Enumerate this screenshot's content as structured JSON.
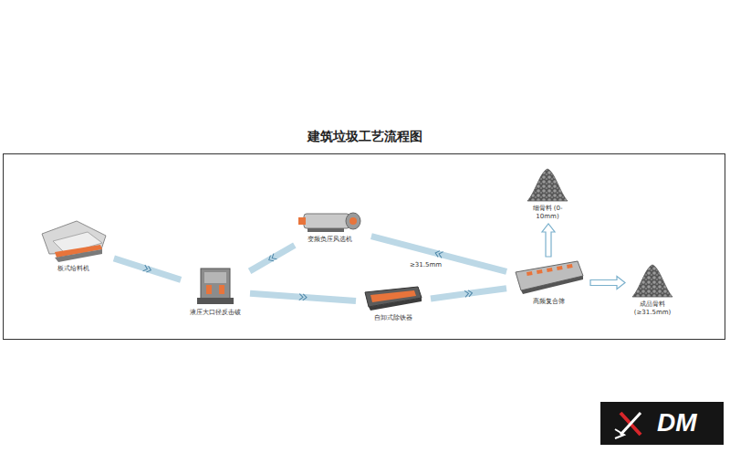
{
  "diagram": {
    "title": "建筑垃圾工艺流程图",
    "nodes": [
      {
        "text": [
          "板式给料机"
        ]
      },
      {
        "text": [
          "液压大口径反击破"
        ]
      },
      {
        "text": [
          "变频负压风选机"
        ]
      },
      {
        "text": [
          "自卸式除铁器"
        ]
      },
      {
        "text": [
          "高频复合筛"
        ]
      },
      {
        "text": [
          "细骨料 (0-10mm)"
        ]
      },
      {
        "text": [
          "成品骨料 (≥31.5mm)"
        ]
      }
    ],
    "edges": [
      {
        "from": 0,
        "to": 1,
        "arrow": "to"
      },
      {
        "from": 1,
        "to": 3,
        "arrow": "to"
      },
      {
        "from": 3,
        "to": 4,
        "arrow": "to"
      },
      {
        "from": 4,
        "to": 2,
        "label": "≥31.5mm",
        "arrow": "to"
      },
      {
        "from": 2,
        "to": 1,
        "arrow": "to"
      },
      {
        "from": 4,
        "to": 5,
        "arrow": "to"
      },
      {
        "from": 4,
        "to": 6,
        "arrow": "to"
      }
    ],
    "labels": [
      "DM"
    ]
  }
}
